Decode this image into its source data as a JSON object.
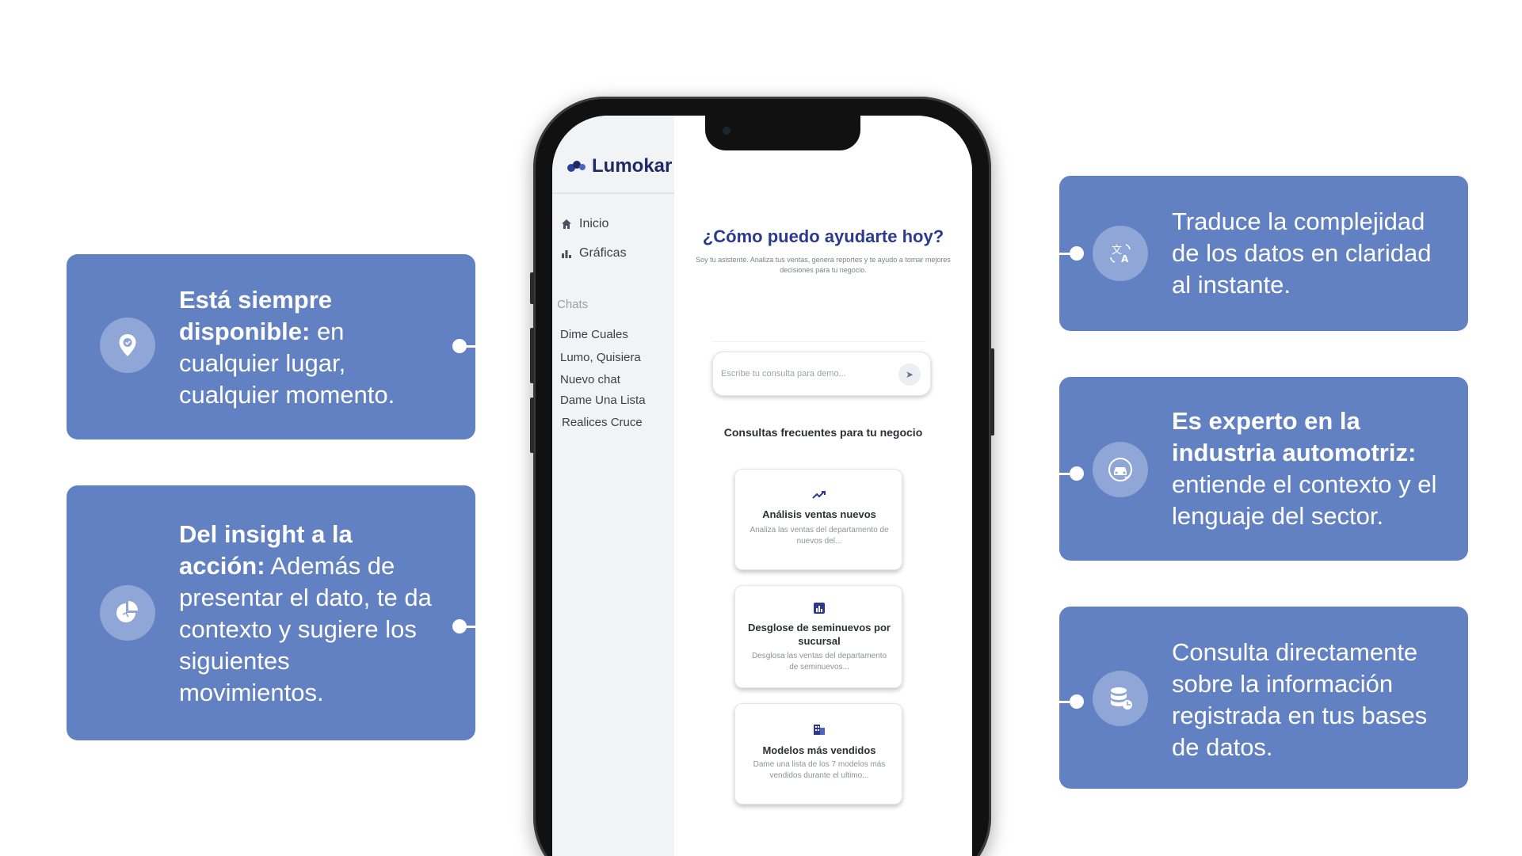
{
  "cards": {
    "left": [
      {
        "bold": "Está siempre disponible:",
        "text": " en cualquier lugar, cualquier momento.",
        "icon": "location-pin-icon"
      },
      {
        "bold": "Del insight a la acción:",
        "text": " Además de presentar el dato, te da contexto y sugiere los siguientes movimientos.",
        "icon": "pie-chart-icon"
      }
    ],
    "right": [
      {
        "bold": "",
        "text": "Traduce la complejidad de los datos en claridad al instante.",
        "icon": "translate-icon"
      },
      {
        "bold": "Es experto en la industria automotriz:",
        "text": " entiende el contexto y el lenguaje del sector.",
        "icon": "car-check-icon"
      },
      {
        "bold": "",
        "text": "Consulta directamente sobre la información registrada en tus bases de datos.",
        "icon": "database-icon"
      }
    ]
  },
  "app": {
    "brand": "Lumokar",
    "nav": [
      {
        "label": "Inicio",
        "icon": "home-icon"
      },
      {
        "label": "Gráficas",
        "icon": "bar-chart-icon"
      }
    ],
    "chats_heading": "Chats",
    "chats": [
      "Dime Cuales",
      "Lumo, Quisiera",
      "Nuevo chat",
      "Dame Una Lista",
      "Realices Cruce"
    ],
    "hero_title": "¿Cómo puedo ayudarte hoy?",
    "hero_subtitle": "Soy tu asistente. Analiza tus ventas, genera reportes y te ayudo a tomar mejores decisiones para tu negocio.",
    "query_placeholder": "Escribe tu consulta para demo...",
    "send_icon": "send-icon",
    "faq_title": "Consultas frecuentes para tu negocio",
    "faq": [
      {
        "name": "Análisis ventas nuevos",
        "desc": "Analiza las ventas del departamento de nuevos del...",
        "icon": "trend-up-icon"
      },
      {
        "name": "Desglose de seminuevos por sucursal",
        "desc": "Desglosa las ventas del departamento de seminuevos...",
        "icon": "bar-chart-icon"
      },
      {
        "name": "Modelos más vendidos",
        "desc": "Dame una lista de los 7 modelos más vendidos durante el ultimo...",
        "icon": "building-icon"
      }
    ],
    "accent": "#2b3a8f"
  },
  "colors": {
    "card_bg": "#6281c2",
    "icon_circle": "#8fa6d6"
  }
}
